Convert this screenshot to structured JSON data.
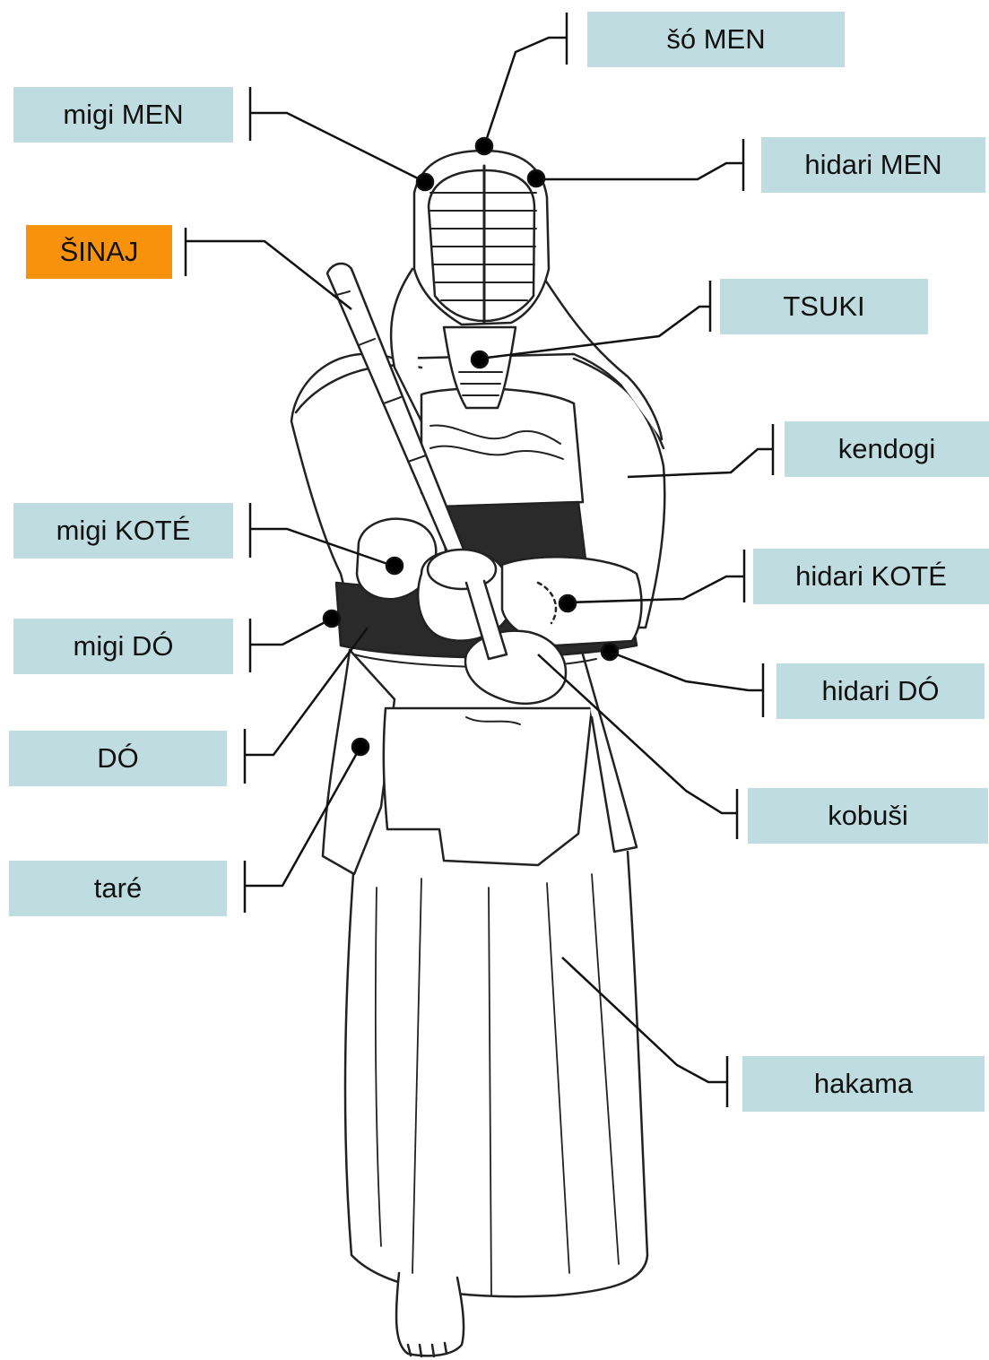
{
  "colors": {
    "label_bg": "#bfdde0",
    "highlight_bg": "#f7920a",
    "line": "#111111",
    "dot": "#000000"
  },
  "labels": {
    "so_men": "šó MEN",
    "migi_men": "migi MEN",
    "hidari_men": "hidari MEN",
    "shinai": "ŠINAJ",
    "tsuki": "TSUKI",
    "kendogi": "kendogi",
    "migi_kote": "migi  KOTÉ",
    "hidari_kote": "hidari KOTÉ",
    "migi_do": "migi  DÓ",
    "hidari_do": "hidari  DÓ",
    "do": "DÓ",
    "kobushi": "kobuši",
    "tare": "taré",
    "hakama": "hakama"
  },
  "highlighted": "shinai",
  "icons": {
    "figure": "kendo-practitioner-in-bogu-drawing"
  }
}
